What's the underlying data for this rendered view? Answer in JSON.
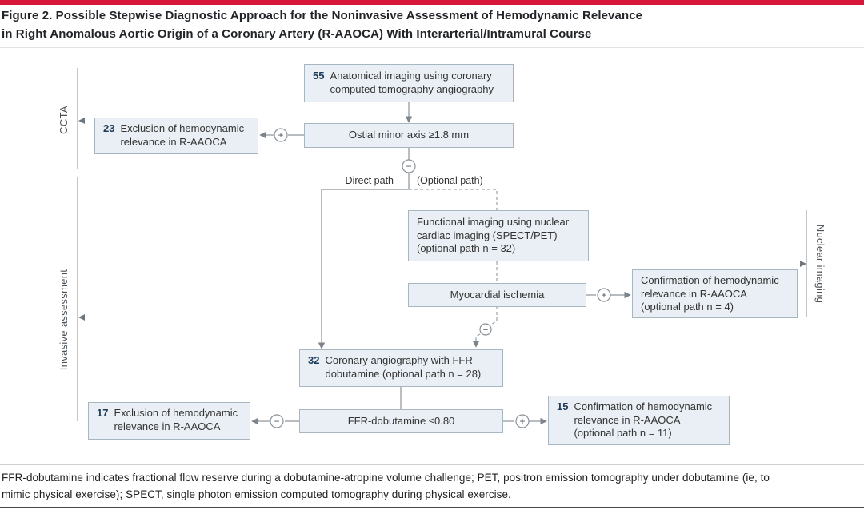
{
  "header": {
    "title_line1": "Figure 2. Possible Stepwise Diagnostic Approach for the Noninvasive Assessment of Hemodynamic Relevance",
    "title_line2": "in Right Anomalous Aortic Origin of a Coronary Artery (R-AAOCA) With Interarterial/Intramural Course"
  },
  "colors": {
    "accent_red": "#d6173a",
    "box_fill": "#e9eff4",
    "box_border": "#a7b6c0",
    "connector_gray": "#8a9299"
  },
  "boxes": {
    "anatomical": {
      "number": "55",
      "line1": "Anatomical imaging using coronary",
      "line2": "computed tomography angiography"
    },
    "ostial": {
      "text": "Ostial minor axis ≥1.8 mm"
    },
    "exclusion_ccta": {
      "number": "23",
      "line1": "Exclusion of hemodynamic",
      "line2": "relevance in R-AAOCA"
    },
    "functional": {
      "line1": "Functional imaging using nuclear",
      "line2": "cardiac imaging (SPECT/PET)",
      "line3": "(optional path n = 32)"
    },
    "ischemia": {
      "text": "Myocardial ischemia"
    },
    "confirmation_nuclear": {
      "line1": "Confirmation of hemodynamic",
      "line2": "relevance in R-AAOCA",
      "line3": "(optional path n = 4)"
    },
    "angiography": {
      "number": "32",
      "line1": "Coronary angiography with FFR",
      "line2": "dobutamine (optional path n = 28)"
    },
    "ffr": {
      "text": "FFR-dobutamine ≤0.80"
    },
    "exclusion_invasive": {
      "number": "17",
      "line1": "Exclusion of hemodynamic",
      "line2": "relevance in R-AAOCA"
    },
    "confirmation_invasive": {
      "number": "15",
      "line1": "Confirmation of hemodynamic",
      "line2": "relevance in R-AAOCA",
      "line3": "(optional path n = 11)"
    }
  },
  "labels": {
    "direct_path": "Direct path",
    "optional_path": "(Optional path)",
    "ccta": "CCTA",
    "invasive": "Invasive assessment",
    "nuclear": "Nuclear imaging",
    "plus": "+",
    "minus": "−"
  },
  "footnote": {
    "line1": "FFR-dobutamine indicates fractional flow reserve during a dobutamine-atropine volume challenge; PET, positron emission tomography under dobutamine (ie, to",
    "line2": "mimic physical exercise); SPECT, single photon emission computed tomography during physical exercise."
  }
}
